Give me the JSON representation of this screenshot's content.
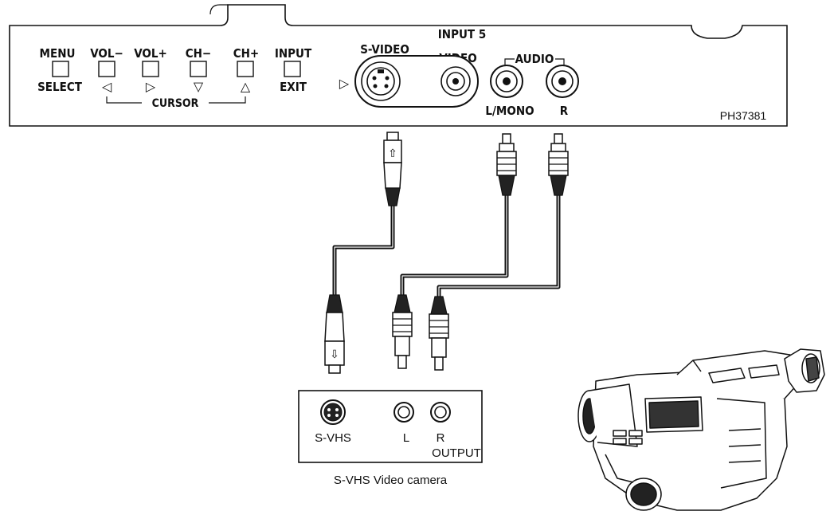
{
  "tv_panel": {
    "buttons": [
      {
        "top": "MENU",
        "bottom": "SELECT"
      },
      {
        "top": "VOL−",
        "bottom": "◁"
      },
      {
        "top": "VOL+",
        "bottom": "▷"
      },
      {
        "top": "CH−",
        "bottom": "▽"
      },
      {
        "top": "CH+",
        "bottom": "△"
      },
      {
        "top": "INPUT",
        "bottom": "EXIT"
      }
    ],
    "cursor_label": "CURSOR",
    "input_title": "INPUT  5",
    "svideo_label": "S-VIDEO",
    "video_label": "VIDEO",
    "audio_label": "AUDIO",
    "lmono_label": "L/MONO",
    "r_label": "R",
    "model_number": "PH37381",
    "arrow_glyph": "▷"
  },
  "camera_panel": {
    "svhs_label": "S-VHS",
    "l_label": "L",
    "r_label": "R",
    "output_label": "OUTPUT",
    "caption": "S-VHS Video camera"
  },
  "plug_arrows": {
    "up": "⇧",
    "down": "⇩"
  }
}
